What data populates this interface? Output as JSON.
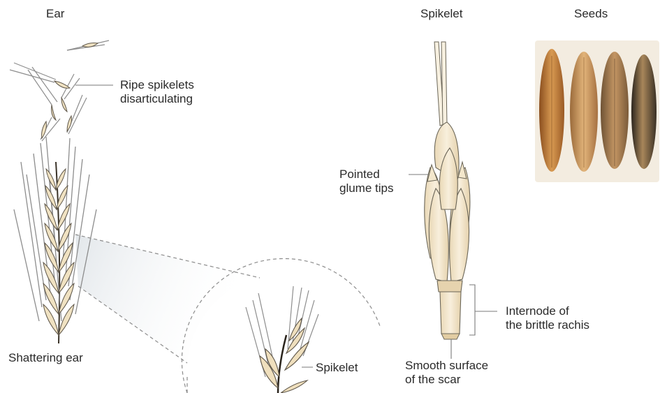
{
  "headings": {
    "ear": "Ear",
    "spikelet": "Spikelet",
    "seeds": "Seeds"
  },
  "labels": {
    "ripe_spikelets_line1": "Ripe spikelets",
    "ripe_spikelets_line2": "disarticulating",
    "shattering_ear": "Shattering ear",
    "spikelet_callout": "Spikelet",
    "pointed_glume_line1": "Pointed",
    "pointed_glume_line2": "glume tips",
    "internode_line1": "Internode of",
    "internode_line2": "the brittle rachis",
    "smooth_surface_line1": "Smooth surface",
    "smooth_surface_line2": "of the scar"
  },
  "colors": {
    "spikelet_fill": "#f3e7cc",
    "spikelet_stroke": "#6b6658",
    "awn": "#8a8a8a",
    "seed_light": "#d49a55",
    "seed_dark": "#3c3226",
    "leader_line": "#7a7a7a"
  },
  "icons": {
    "seeds_photo": "seeds-photo-icon",
    "ear_drawing": "shattering-ear-icon",
    "spikelet_drawing": "spikelet-icon"
  }
}
